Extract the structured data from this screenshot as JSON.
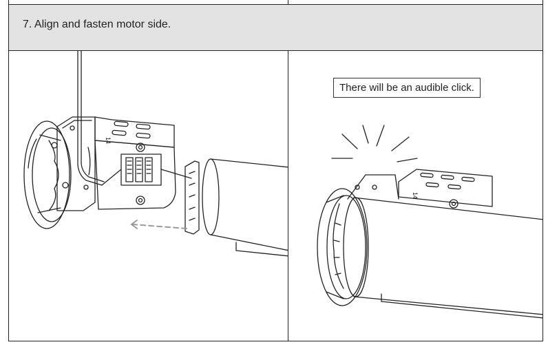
{
  "step": {
    "title": "7. Align and fasten motor side."
  },
  "right_panel": {
    "callout_text": "There will be an audible click."
  },
  "illustration": {
    "bracket_mark": "14"
  }
}
